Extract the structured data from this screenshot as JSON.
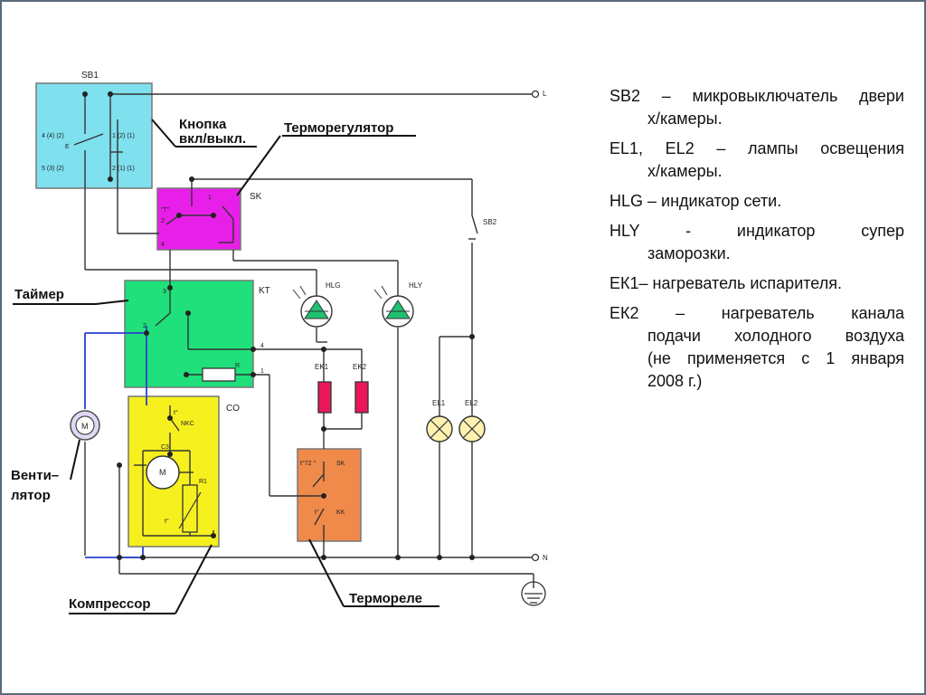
{
  "diagram": {
    "blocks": {
      "sb1": "SB1",
      "sk": "SK",
      "kt": "KT",
      "co": "CO"
    },
    "sb1_terminals": [
      "4 (4) (2)",
      "1 (2) (1)",
      "5 (3) (2)",
      "2 (1) (1)",
      "E"
    ],
    "sk_terminals": [
      "1",
      "2",
      "4",
      "\"T\""
    ],
    "kt_terminals": [
      "3",
      "2",
      "4",
      "1",
      "R"
    ],
    "co_labels": [
      "t°",
      "NKC",
      "M",
      "C3",
      "R1",
      "t°"
    ],
    "thermo_relay_labels": [
      "t°72 °",
      "SK",
      "t°",
      "KK"
    ],
    "components": {
      "hlg": "HLG",
      "hly": "HLY",
      "ek1": "EK1",
      "ek2": "EK2",
      "el1": "EL1",
      "el2": "EL2",
      "sb2": "SB2",
      "fan_symbol": "M"
    },
    "terminals": {
      "line": "L",
      "neutral": "N"
    },
    "callouts": {
      "button": [
        "Кнопка",
        "вкл/выкл."
      ],
      "thermostat": "Терморегулятор",
      "timer": "Таймер",
      "fan": [
        "Венти–",
        "лятор"
      ],
      "compressor": "Компрессор",
      "thermo_relay": "Термореле"
    }
  },
  "legend": [
    {
      "lines": [
        "SB2 – микровыключатель двери",
        "х/камеры."
      ]
    },
    {
      "lines": [
        "EL1, EL2 – лампы освещения",
        "х/камеры."
      ]
    },
    {
      "lines": [
        "HLG – индикатор сети."
      ]
    },
    {
      "lines": [
        "HLY - индикатор супер",
        "заморозки."
      ]
    },
    {
      "lines": [
        "ЕК1– нагреватель испарителя."
      ]
    },
    {
      "lines": [
        "ЕК2 – нагреватель канала",
        "подачи холодного воздуха",
        "(не применяется с 1 января",
        "2008 г.)"
      ]
    }
  ],
  "colors": {
    "sb1": "#7fe0ee",
    "sk": "#e81fe8",
    "kt": "#1fe07a",
    "co": "#f6f01e",
    "thermo_relay": "#f08a4a",
    "ek": "#e8185a",
    "lamp": "#fff2b0",
    "indicator": "#1fc070",
    "blue_wire": "#2a3fd0"
  }
}
